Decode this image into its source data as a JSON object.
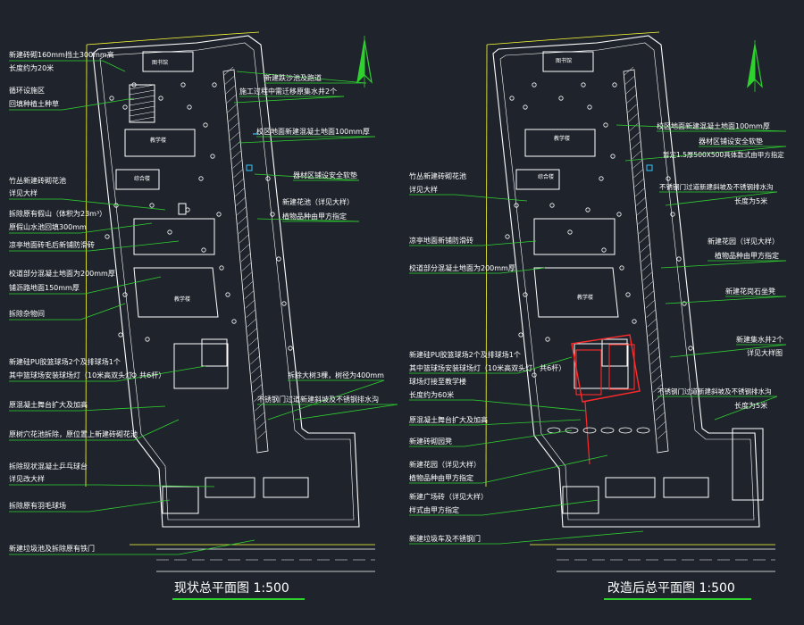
{
  "colors": {
    "background": "#1f242c",
    "linework": "#ffffff",
    "leader": "#2fd12f",
    "dimension": "#ffff33",
    "highlight": "#ff2a2a",
    "accent_cyan": "#33c6ff"
  },
  "north_icon": "north-arrow-icon",
  "left_plan": {
    "title": "现状总平面图 1:500",
    "labels": [
      {
        "id": "l1",
        "text": "新建砖砌160mm挡土300mm高"
      },
      {
        "id": "l2",
        "text": "长度约为20米"
      },
      {
        "id": "l3",
        "text": "循环设施区"
      },
      {
        "id": "l4",
        "text": "回填种植土种草"
      },
      {
        "id": "l5",
        "text": "竹丛新建砖砌花池"
      },
      {
        "id": "l6",
        "text": "详见大样"
      },
      {
        "id": "l7",
        "text": "拆除原有假山（体积为23m³）"
      },
      {
        "id": "l8",
        "text": "原假山水池回填300mm"
      },
      {
        "id": "l9",
        "text": "凉亭地面砖毛后新铺防滑砖"
      },
      {
        "id": "l10",
        "text": "校道部分混凝土地面为200mm厚"
      },
      {
        "id": "l11",
        "text": "铺沥路地面150mm厚"
      },
      {
        "id": "l12",
        "text": "拆除杂物间"
      },
      {
        "id": "l13",
        "text": "新建硅PU胶篮球场2个及排球场1个"
      },
      {
        "id": "l14",
        "text": "其中篮球场安装球场灯（10米高双头灯，共6杆）"
      },
      {
        "id": "l15",
        "text": "原混凝土舞台扩大及加高"
      },
      {
        "id": "l16",
        "text": "原树穴花池拆除，原位置上新建砖砌花池"
      },
      {
        "id": "l17",
        "text": "拆除现状混凝土乒乓球台"
      },
      {
        "id": "l18",
        "text": "详见改大样"
      },
      {
        "id": "l19",
        "text": "拆除原有羽毛球场"
      },
      {
        "id": "l20",
        "text": "新建垃圾池及拆除原有铁门"
      },
      {
        "id": "r1",
        "text": "新建跌沙池及跑道"
      },
      {
        "id": "r2",
        "text": "施工过程中需迁移原集水井2个"
      },
      {
        "id": "r3",
        "text": "校区地面新建混凝土地面100mm厚"
      },
      {
        "id": "r4",
        "text": "器材区铺设安全软垫"
      },
      {
        "id": "r5",
        "text": "新建花池（详见大样）"
      },
      {
        "id": "r6",
        "text": "植物品种由甲方指定"
      },
      {
        "id": "r7",
        "text": "拆除大树3棵，树径为400mm"
      },
      {
        "id": "r8",
        "text": "不锈钢门过道新建斜坡及不锈钢排水沟"
      }
    ],
    "building_labels": [
      "图书馆",
      "教学楼",
      "综合楼",
      "教学楼"
    ]
  },
  "right_plan": {
    "title": "改造后总平面图 1:500",
    "labels": [
      {
        "id": "l1",
        "text": "竹丛新建砖砌花池"
      },
      {
        "id": "l2",
        "text": "详见大样"
      },
      {
        "id": "l3",
        "text": "凉亭地面新铺防滑砖"
      },
      {
        "id": "l4",
        "text": "校道部分混凝土地面为200mm厚"
      },
      {
        "id": "l5",
        "text": "新建硅PU胶篮球场2个及排球场1个"
      },
      {
        "id": "l6",
        "text": "其中篮球场安装球场灯（10米高双头灯，共6杆）"
      },
      {
        "id": "l7",
        "text": "球场灯接至教学楼"
      },
      {
        "id": "l8",
        "text": "长度约为60米"
      },
      {
        "id": "l9",
        "text": "原混凝土舞台扩大及加高"
      },
      {
        "id": "l10",
        "text": "新建砖砌园凳"
      },
      {
        "id": "l11",
        "text": "新建花园（详见大样）"
      },
      {
        "id": "l12",
        "text": "植物品种由甲方指定"
      },
      {
        "id": "l13",
        "text": "新建广场砖（详见大样）"
      },
      {
        "id": "l14",
        "text": "样式由甲方指定"
      },
      {
        "id": "l15",
        "text": "新建垃圾车及不锈钢门"
      },
      {
        "id": "r1",
        "text": "校区地面新建混凝土地面100mm厚"
      },
      {
        "id": "r2",
        "text": "器材区铺设安全软垫"
      },
      {
        "id": "r3",
        "text": "暂定1.5厚500X500具体款式由甲方指定"
      },
      {
        "id": "r4",
        "text": "不锈钢门过道新建斜坡及不锈钢排水沟"
      },
      {
        "id": "r5",
        "text": "长度为5米"
      },
      {
        "id": "r6",
        "text": "新建花园（详见大样）"
      },
      {
        "id": "r7",
        "text": "植物品种由甲方指定"
      },
      {
        "id": "r8",
        "text": "新建花岗石坐凳"
      },
      {
        "id": "r9",
        "text": "新建集水井2个"
      },
      {
        "id": "r10",
        "text": "详见大样图"
      },
      {
        "id": "r11",
        "text": "不锈钢门过道新建斜坡及不锈钢排水沟"
      },
      {
        "id": "r12",
        "text": "长度为5米"
      }
    ],
    "building_labels": [
      "图书馆",
      "教学楼",
      "综合楼",
      "教学楼"
    ]
  }
}
